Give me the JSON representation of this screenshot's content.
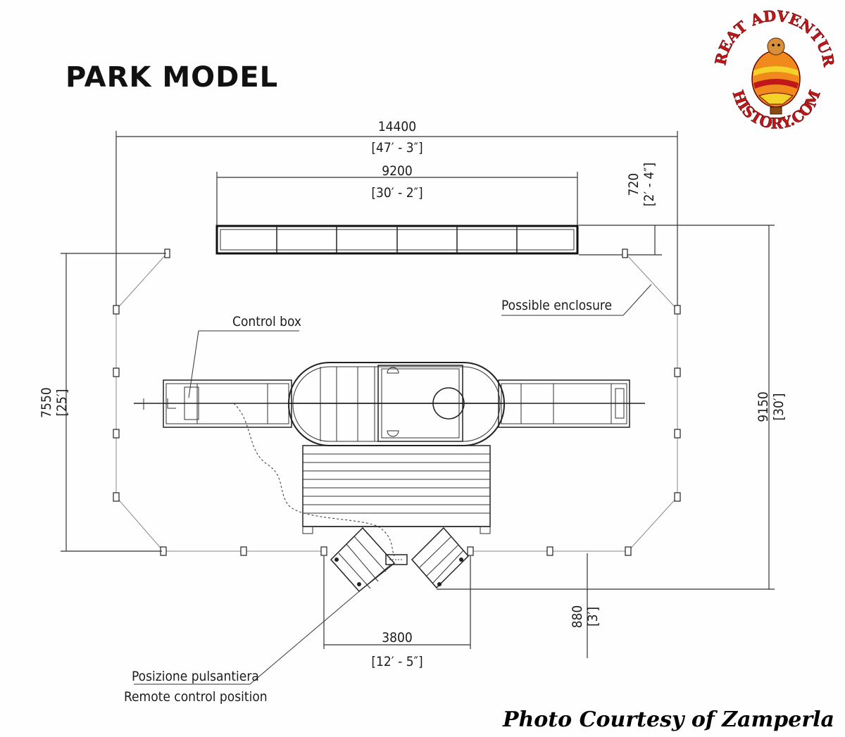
{
  "title": "PARK MODEL",
  "logo": {
    "top_text": "GREAT ADVENTURE",
    "bottom_text": "HISTORY.COM",
    "colors": {
      "red": "#c0181a",
      "orange": "#f08a1c",
      "yellow": "#f5d22a"
    }
  },
  "dimensions": {
    "overall_width": {
      "value": "14400",
      "imperial": "[47′ - 3″]"
    },
    "lights_width": {
      "value": "9200",
      "imperial": "[30′ - 2″]"
    },
    "lights_offset": {
      "value": "720",
      "imperial": "[2′ - 4″]"
    },
    "left_depth": {
      "value": "7550",
      "imperial": "[25′]"
    },
    "right_depth": {
      "value": "9150",
      "imperial": "[30′]"
    },
    "stair_width": {
      "value": "3800",
      "imperial": "[12′ - 5″]"
    },
    "stair_depth": {
      "value": "880",
      "imperial": "[3′]"
    }
  },
  "labels": {
    "control_box": "Control box",
    "possible_enclosure": "Possible enclosure",
    "remote_it": "Posizione pulsantiera",
    "remote_en": "Remote control position"
  },
  "credit": "Photo Courtesy of Zamperla"
}
